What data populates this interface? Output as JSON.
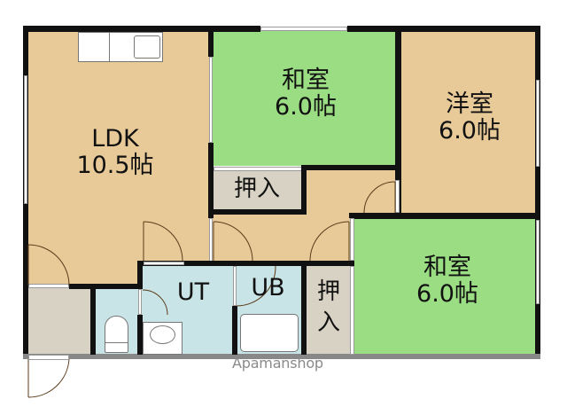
{
  "floorplan": {
    "colors": {
      "wood_floor": "#E8CA98",
      "tatami": "#9BDD83",
      "closet": "#D8D2C4",
      "wet_area": "#C8E4E6",
      "genkan": "#D8D2C4",
      "wall": "#111111",
      "outer_base": "#888888"
    },
    "rooms": [
      {
        "id": "ldk",
        "name": "LDK",
        "size": "10.5帖"
      },
      {
        "id": "washitsu_top",
        "name": "和室",
        "size": "6.0帖"
      },
      {
        "id": "youshitsu",
        "name": "洋室",
        "size": "6.0帖"
      },
      {
        "id": "oshiire_top",
        "name": "押入"
      },
      {
        "id": "washitsu_bottom",
        "name": "和室",
        "size": "6.0帖"
      },
      {
        "id": "ut",
        "name": "UT"
      },
      {
        "id": "ub",
        "name": "UB"
      },
      {
        "id": "oshiire_right",
        "name_line1": "押",
        "name_line2": "入"
      }
    ],
    "watermark": "Apamanshop"
  }
}
